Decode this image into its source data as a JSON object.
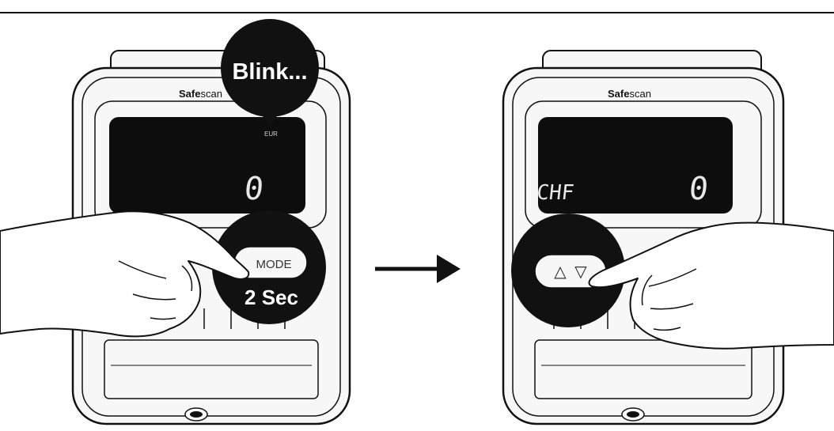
{
  "left_device": {
    "brand_prefix": "Safe",
    "brand_suffix": "scan",
    "currency_small": "EUR",
    "count": "0",
    "button_label": "MODE",
    "callout_top": "Blink...",
    "callout_bottom": "2 Sec"
  },
  "right_device": {
    "brand_prefix": "Safe",
    "brand_suffix": "scan",
    "currency": "CHF",
    "count": "0",
    "up_symbol": "△",
    "down_symbol": "▽"
  },
  "colors": {
    "ink": "#111111",
    "display": "#0d0d0d",
    "paper": "#ffffff",
    "device_fill": "#f7f7f7"
  }
}
